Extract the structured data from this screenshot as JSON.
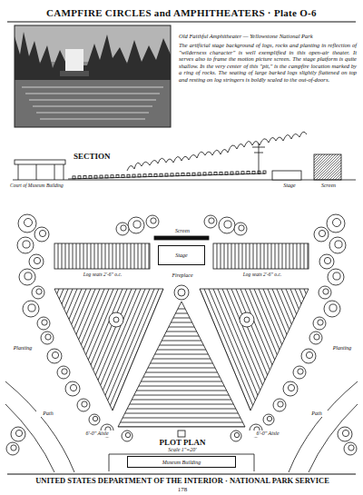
{
  "diagram": {
    "title": "CAMPFIRE CIRCLES and AMPHITHEATERS · Plate O-6",
    "nodes": [
      {
        "text": [
          "Stage"
        ]
      },
      {
        "text": [
          "Museum Building"
        ]
      }
    ],
    "labels": [
      "Old Faithful Amphitheater — Yellowstone National Park",
      "The artificial stage background of logs, rocks and planting in reflection of \"wilderness character\" is well exemplified in this open-air theater. It serves also to frame the motion picture screen. The stage platform is quite shallow. In the very center of this \"pit,\" is the campfire location marked by a ring of rocks. The seating of large barked logs slightly flattened on top and resting on log stringers is boldly scaled to the out-of-doors.",
      "SECTION",
      "Court of Museum Building",
      "Stage",
      "Screen",
      "Screen",
      "Fireplace",
      "Log seats 2'-6\" o.c.",
      "Log seats 2'-6\" o.c.",
      "Planting",
      "Planting",
      "Path",
      "Path",
      "6'-0\" Aisle",
      "6'-0\" Aisle",
      "PLOT PLAN",
      "Scale 1\"=20'",
      "UNITED STATES DEPARTMENT OF THE INTERIOR · NATIONAL PARK SERVICE",
      "178"
    ]
  }
}
